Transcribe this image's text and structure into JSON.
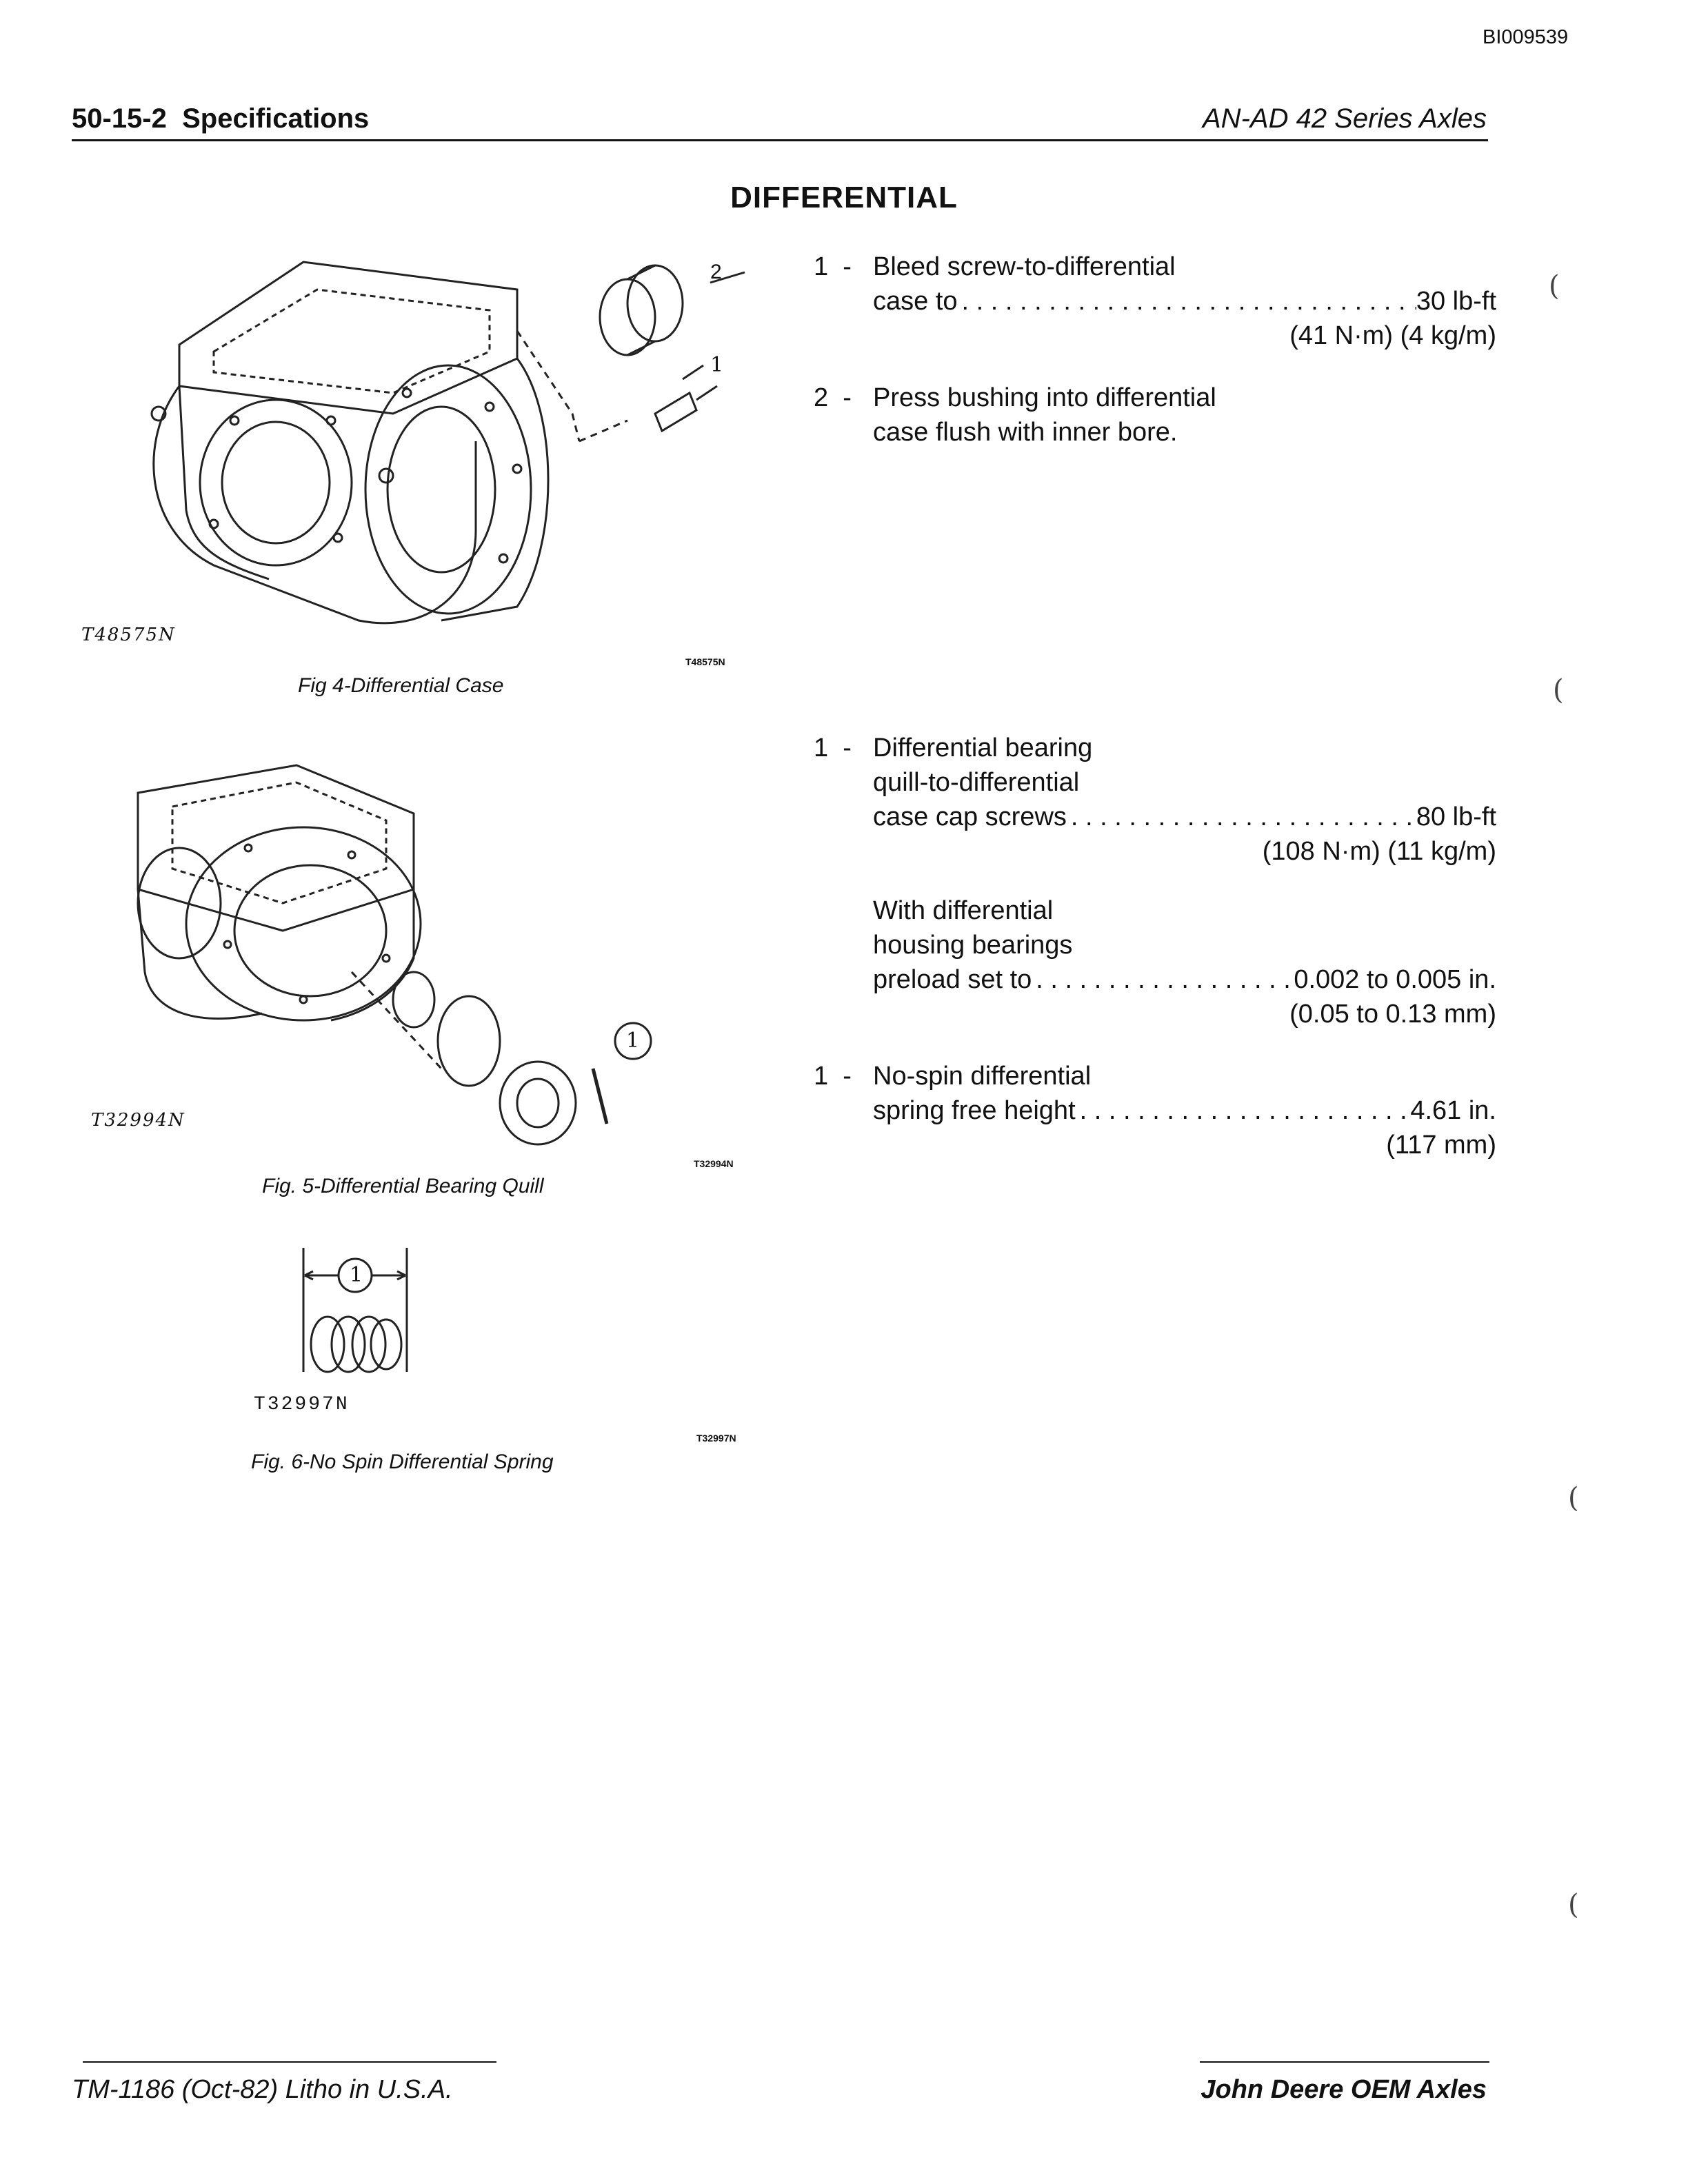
{
  "doc_id": "BI009539",
  "header": {
    "section": "50-15-2  Specifications",
    "series": "AN-AD 42 Series Axles"
  },
  "title": "DIFFERENTIAL",
  "spec_blocks": [
    {
      "num": "1  -",
      "line1": "Bleed screw-to-differential",
      "label": "case to",
      "value": "30 lb-ft",
      "sub": "(41 N·m) (4 kg/m)"
    },
    {
      "num": "2  -",
      "line1": "Press bushing into differential",
      "line2": "case flush with inner bore."
    },
    {
      "num": "1  -",
      "line1": "Differential bearing",
      "line2": "quill-to-differential",
      "label": "case cap screws",
      "value": "80 lb-ft",
      "sub": "(108 N·m) (11 kg/m)"
    },
    {
      "line1": "With differential",
      "line2": "housing bearings",
      "label": "preload set to",
      "value": "0.002 to 0.005 in.",
      "sub": "(0.05 to 0.13 mm)"
    },
    {
      "num": "1  -",
      "line1": "No-spin differential",
      "label": "spring free height",
      "value": "4.61 in.",
      "sub": "(117 mm)"
    }
  ],
  "figures": [
    {
      "id": "T48575N",
      "code": "T48575N",
      "caption": "Fig 4-Differential Case",
      "callouts": [
        "2",
        "1"
      ]
    },
    {
      "id": "T32994N",
      "code": "T32994N",
      "caption": "Fig. 5-Differential Bearing Quill",
      "callouts": [
        "1"
      ]
    },
    {
      "id": "T32997N",
      "code": "T32997N",
      "caption": "Fig. 6-No Spin Differential Spring",
      "callouts": [
        "1"
      ]
    }
  ],
  "footer": {
    "left": "TM-1186 (Oct-82) Litho in U.S.A.",
    "right": "John Deere OEM Axles"
  }
}
